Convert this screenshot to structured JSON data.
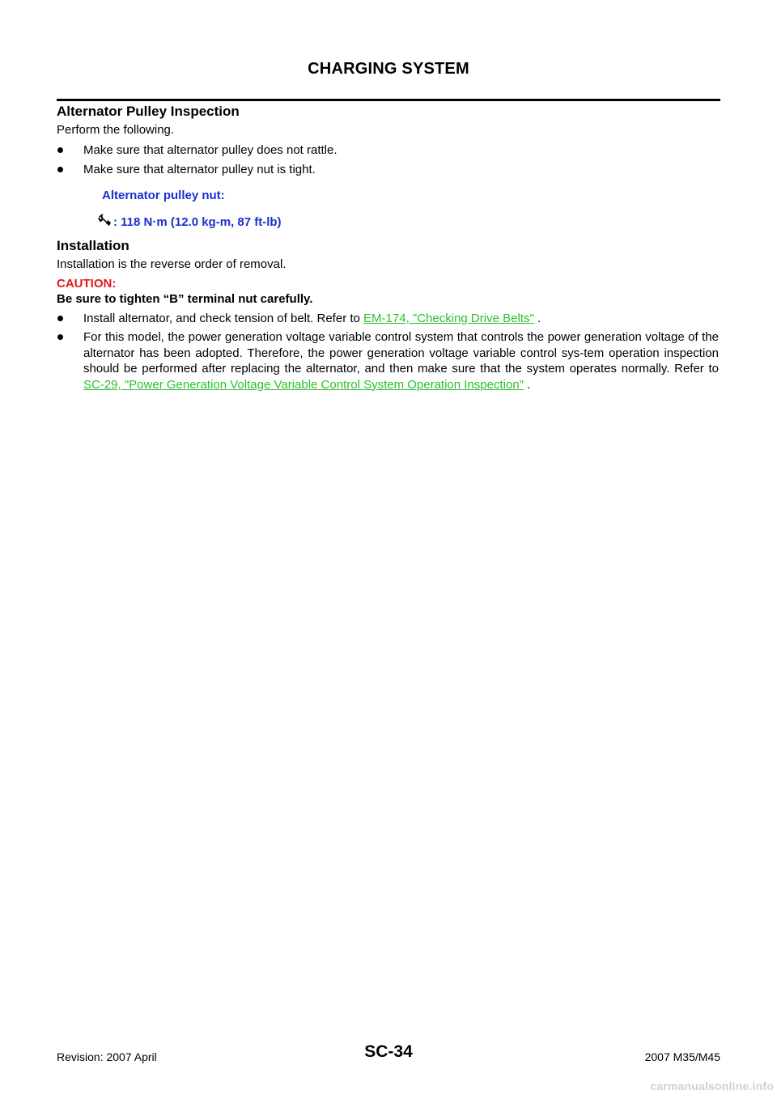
{
  "header": {
    "title": "CHARGING SYSTEM"
  },
  "pulley_inspection": {
    "heading": "Alternator Pulley Inspection",
    "intro": "Perform the following.",
    "bullets": [
      "Make sure that alternator pulley does not rattle.",
      "Make sure that alternator pulley nut is tight."
    ],
    "spec_label": "Alternator pulley nut:",
    "spec_value": ": 118 N·m (12.0 kg-m, 87 ft-lb)"
  },
  "installation": {
    "heading": "Installation",
    "intro": "Installation is the reverse order of removal.",
    "caution_label": "CAUTION:",
    "caution_text": "Be sure to tighten “B” terminal nut carefully.",
    "bullet1_text": "Install alternator, and check tension of belt. Refer to ",
    "bullet1_link": "EM-174, \"Checking Drive Belts\"",
    "bullet1_suffix": " .",
    "bullet2_text": "For this model, the power generation voltage variable control system that controls the power generation voltage of the alternator has been adopted. Therefore, the power generation voltage variable control sys-tem operation inspection should be performed after replacing the alternator, and then make sure that the system operates normally. Refer to ",
    "bullet2_link": "SC-29, \"Power Generation Voltage Variable Control System Operation Inspection\"",
    "bullet2_suffix": " ."
  },
  "footer": {
    "revision": "Revision: 2007 April",
    "page_number": "SC-34",
    "model": "2007 M35/M45"
  },
  "watermark": "carmanualsonline.info",
  "colors": {
    "spec_blue": "#1a2fd0",
    "caution_red": "#e3171c",
    "link_green": "#2bbf2b"
  },
  "icons": {
    "torque": "torque-wrench-icon",
    "bullet": "bullet-dot-icon"
  }
}
